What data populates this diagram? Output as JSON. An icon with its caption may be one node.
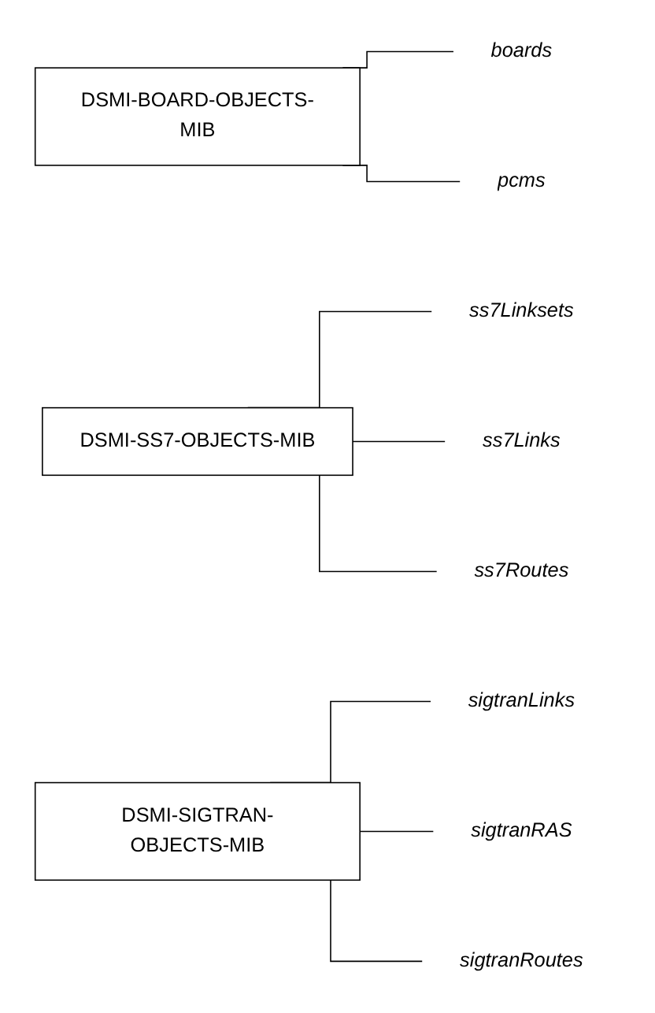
{
  "diagram": {
    "nodes": [
      {
        "text": [
          "DSMI-BOARD-OBJECTS-MIB"
        ]
      },
      {
        "text": [
          "boards"
        ]
      },
      {
        "text": [
          "pcms"
        ]
      },
      {
        "text": [
          "DSMI-SS7-OBJECTS-MIB"
        ]
      },
      {
        "text": [
          "ss7Linksets"
        ]
      },
      {
        "text": [
          "ss7Links"
        ]
      },
      {
        "text": [
          "ss7Routes"
        ]
      },
      {
        "text": [
          "DSMI-SIGTRAN-OBJECTS-MIB"
        ]
      },
      {
        "text": [
          "sigtranLinks"
        ]
      },
      {
        "text": [
          "sigtranRAS"
        ]
      },
      {
        "text": [
          "sigtranRoutes"
        ]
      }
    ],
    "edges": [
      {
        "from": 0,
        "to": 1,
        "arrow": "none"
      },
      {
        "from": 0,
        "to": 2,
        "arrow": "none"
      },
      {
        "from": 3,
        "to": 4,
        "arrow": "none"
      },
      {
        "from": 3,
        "to": 5,
        "arrow": "none"
      },
      {
        "from": 3,
        "to": 6,
        "arrow": "none"
      },
      {
        "from": 7,
        "to": 8,
        "arrow": "none"
      },
      {
        "from": 7,
        "to": 9,
        "arrow": "none"
      },
      {
        "from": 7,
        "to": 10,
        "arrow": "none"
      }
    ]
  }
}
